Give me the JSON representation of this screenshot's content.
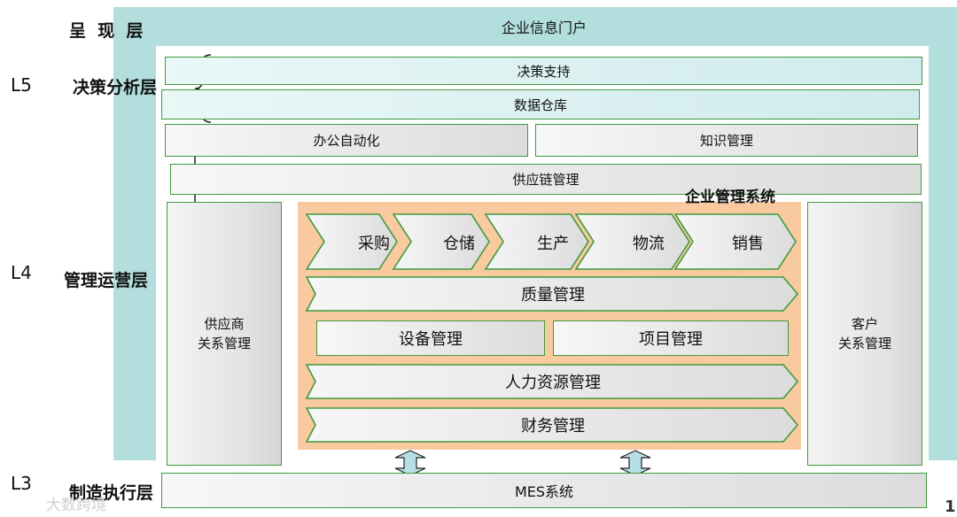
{
  "presentation_layer": {
    "label": "呈  现  层",
    "portal": "企业信息门户"
  },
  "layers": {
    "l5": {
      "code": "L5",
      "label": "决策分析层"
    },
    "l4": {
      "code": "L4",
      "label": "管理运营层"
    },
    "l3": {
      "code": "L3",
      "label": "制造执行层"
    }
  },
  "decision": {
    "support": "决策支持",
    "warehouse": "数据仓库"
  },
  "management": {
    "office": "办公自动化",
    "knowledge": "知识管理",
    "scm": "供应链管理",
    "srm": "供应商\n关系管理",
    "crm": "客户\n关系管理"
  },
  "core": {
    "title": "企业管理系统",
    "chain": [
      "采购",
      "仓储",
      "生产",
      "物流",
      "销售"
    ],
    "quality": "质量管理",
    "equipment": "设备管理",
    "project": "项目管理",
    "hr": "人力资源管理",
    "finance": "财务管理"
  },
  "execution": {
    "mes": "MES系统"
  },
  "footer": {
    "page": "1",
    "watermark": "大数跨境"
  },
  "colors": {
    "portal": "#b2dede",
    "border": "#3f9b3f",
    "core": "#f9c9a0"
  }
}
